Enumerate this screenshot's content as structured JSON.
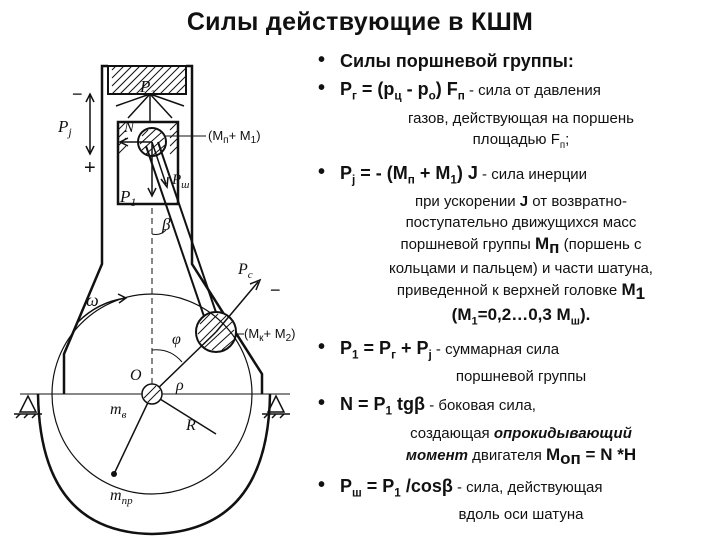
{
  "title": "Силы действующие в КШМ",
  "diagram_labels": {
    "pg": "P",
    "pg_sub": "г",
    "pj": "P",
    "pj_sub": "j",
    "n": "N",
    "mp_m1": "(M",
    "mp_m1_sub1": "п",
    "mp_m1_mid": "+ M",
    "mp_m1_sub2": "1",
    "mp_m1_end": ")",
    "p1": "P",
    "p1_sub": "1",
    "psh": "P",
    "psh_sub": "ш",
    "beta": "β",
    "pc": "P",
    "pc_sub": "c",
    "omega": "ω",
    "phi": "φ",
    "mk_m2": "(M",
    "mk_m2_sub1": "к",
    "mk_m2_mid": "+ M",
    "mk_m2_sub2": "2",
    "mk_m2_end": ")",
    "o": "O",
    "rho": "ρ",
    "mv": "m",
    "mv_sub": "в",
    "r": "R",
    "mpr": "m",
    "mpr_sub": "пр",
    "plus": "+",
    "minus_top": "−",
    "minus_right": "−"
  },
  "bullets": {
    "b1": {
      "head": "Силы поршневой группы:"
    },
    "b2": {
      "head_pre": "P",
      "head_sub": "г",
      "head_eq": " = (p",
      "head_sub2": "ц",
      "head_mid": " - p",
      "head_sub3": "о",
      "head_post": ") F",
      "head_sub4": "п",
      "head_tail": " - ",
      "desc_inline": "сила от давления",
      "desc_1": "газов, действующая на поршень",
      "desc_2": "площадью F",
      "desc_2_sub": "п",
      "desc_2_end": ";"
    },
    "b3": {
      "head_pre": "P",
      "head_sub": "j",
      "head_eq": " = - (M",
      "head_sub2": "п",
      "head_mid": " + M",
      "head_sub3": "1",
      "head_post": ") J",
      "head_tail": " - ",
      "desc_inline": "сила инерции",
      "desc_1_pre": "при ускорении ",
      "desc_1_j": "J",
      "desc_1_post": " от возвратно-",
      "desc_2": "поступательно движущихся масс",
      "desc_3_pre": "поршневой группы ",
      "desc_3_m": "M",
      "desc_3_msub": "п",
      "desc_3_post": " (поршень с",
      "desc_4": "кольцами и пальцем) и части шатуна,",
      "desc_5_pre": "приведенной к верхней головке ",
      "desc_5_m": "M",
      "desc_5_msub": "1",
      "desc_6_pre": "(M",
      "desc_6_sub": "1",
      "desc_6_mid": "=0,2…0,3 M",
      "desc_6_sub2": "ш",
      "desc_6_end": ")."
    },
    "b4": {
      "head_pre": "P",
      "head_sub": "1",
      "head_eq": " = P",
      "head_sub2": "г",
      "head_mid": " + P",
      "head_sub3": "j",
      "head_tail": " - ",
      "desc_inline": "суммарная сила",
      "desc_1": "поршневой группы"
    },
    "b5": {
      "head": "N = P",
      "head_sub": "1",
      "head_post": " tgβ",
      "head_tail": "  - ",
      "desc_inline": "боковая сила,",
      "desc_1_pre": "создающая ",
      "desc_1_em": "опрокидывающий",
      "desc_2_em": "момент",
      "desc_2_mid": " двигателя ",
      "desc_2_m": "M",
      "desc_2_msub": "оп",
      "desc_2_end": " = N *H"
    },
    "b6": {
      "head_pre": "P",
      "head_sub": "ш",
      "head_eq": " = P",
      "head_sub2": "1",
      "head_post": " /cosβ",
      "head_tail": "  - ",
      "desc_inline": "сила, действующая",
      "desc_1": "вдоль оси шатуна"
    }
  }
}
